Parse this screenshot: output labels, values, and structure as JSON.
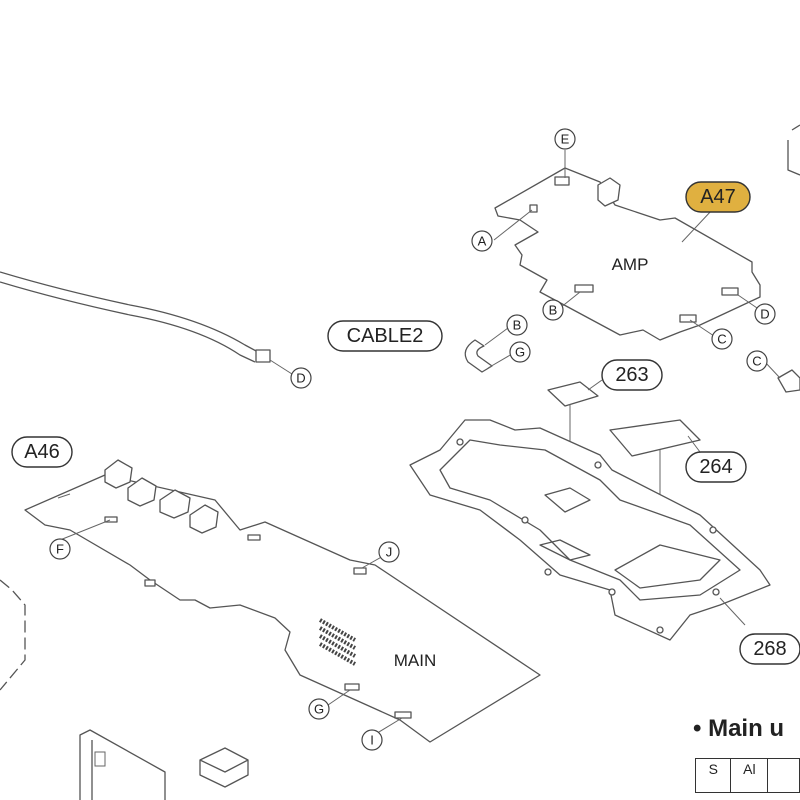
{
  "diagram": {
    "boards": {
      "amp": "AMP",
      "main": "MAIN"
    },
    "part_labels": {
      "a47": "A47",
      "cable2": "CABLE2",
      "p263": "263",
      "p264": "264",
      "a46": "A46",
      "p268": "268"
    },
    "connector_labels": {
      "amp_e": "E",
      "amp_a": "A",
      "amp_b": "B",
      "amp_c": "C",
      "amp_d": "D",
      "cable_b": "B",
      "cable_g": "G",
      "cable_d": "D",
      "right_c": "C",
      "main_f": "F",
      "main_j": "J",
      "main_g": "G",
      "main_i": "I"
    },
    "colors": {
      "highlight": "#E0B040",
      "line": "#555555"
    }
  },
  "section": {
    "heading": "• Main u",
    "table_headers": [
      "S",
      "Al",
      ""
    ]
  }
}
